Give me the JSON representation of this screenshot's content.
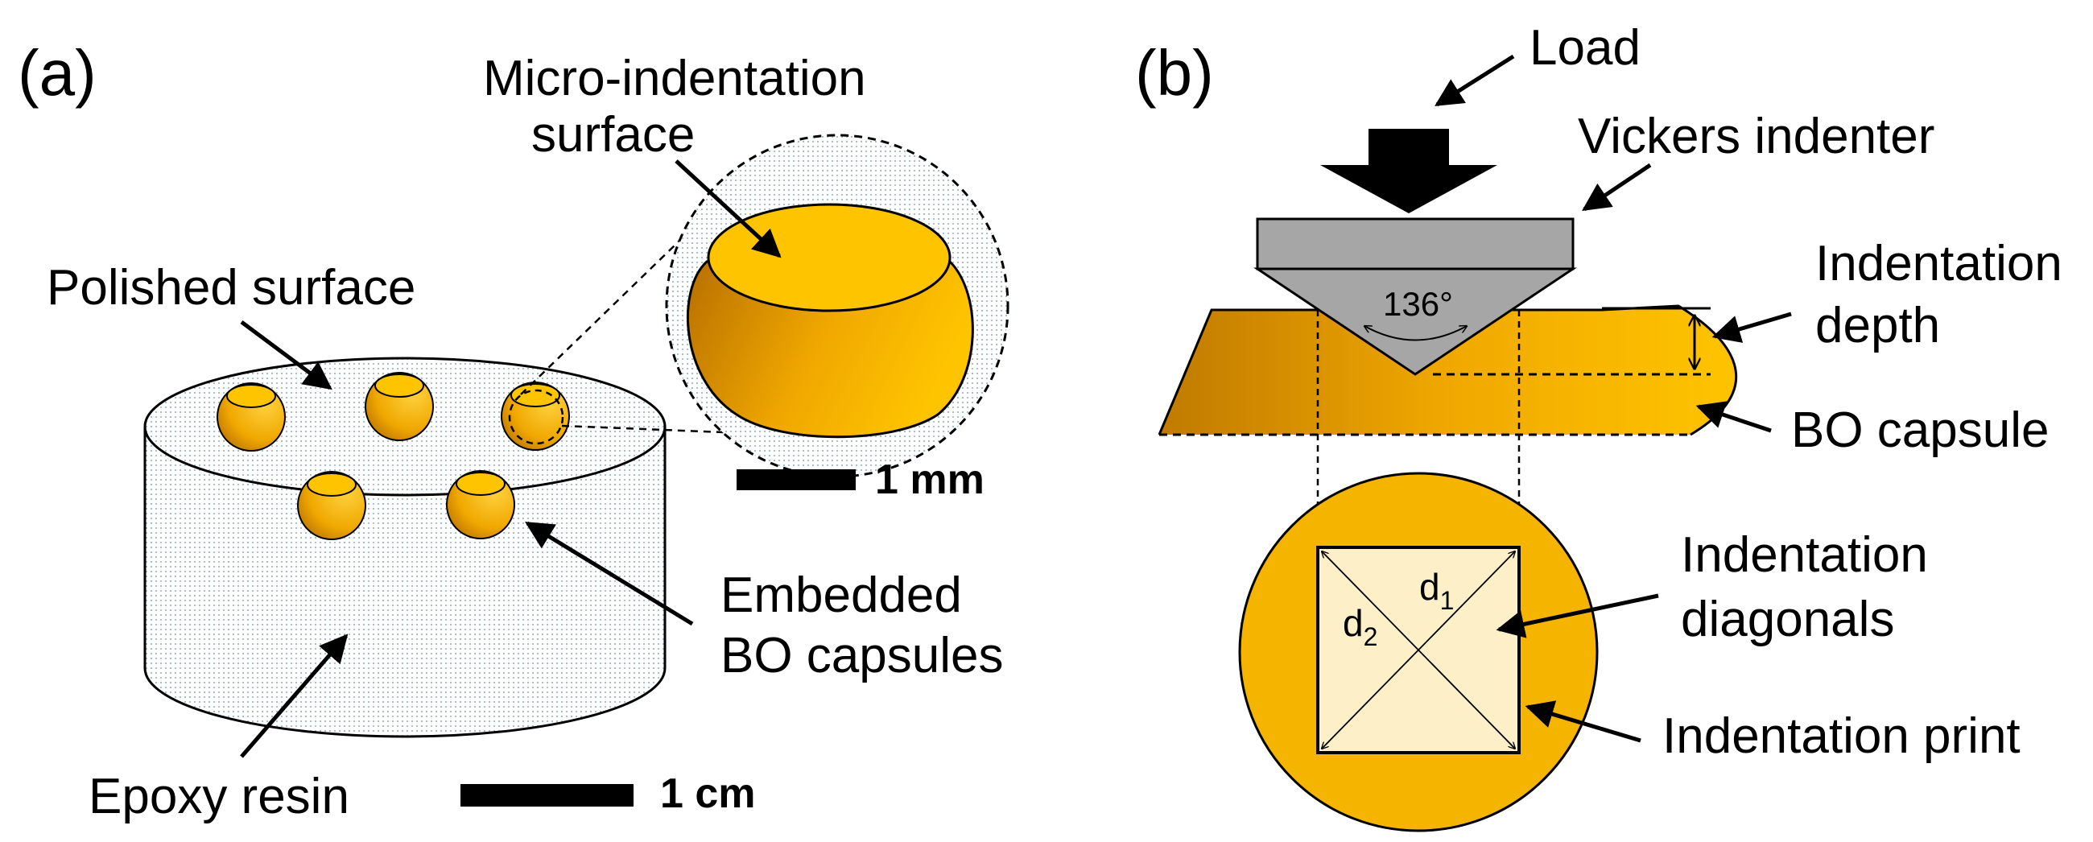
{
  "panel_a": {
    "label": "(a)",
    "micro_label_line1": "Micro-indentation",
    "micro_label_line2": "surface",
    "polished_label": "Polished surface",
    "embedded_line1": "Embedded",
    "embedded_line2": "BO capsules",
    "epoxy_label": "Epoxy resin",
    "scale_1mm": "1 mm",
    "scale_1cm": "1 cm"
  },
  "panel_b": {
    "label": "(b)",
    "load_label": "Load",
    "indenter_label": "Vickers indenter",
    "depth_line1": "Indentation",
    "depth_line2": "depth",
    "capsule_label": "BO capsule",
    "angle_label": "136°",
    "diagonals_line1": "Indentation",
    "diagonals_line2": "diagonals",
    "print_label": "Indentation print",
    "d1_main": "d",
    "d1_sub": "1",
    "d2_main": "d",
    "d2_sub": "2"
  },
  "colors": {
    "capsule": "#f5b400",
    "capsule_dark": "#b06a00",
    "indenter": "#a6a6a6",
    "print": "#fdf0c8",
    "resin": "#dde8ee"
  }
}
